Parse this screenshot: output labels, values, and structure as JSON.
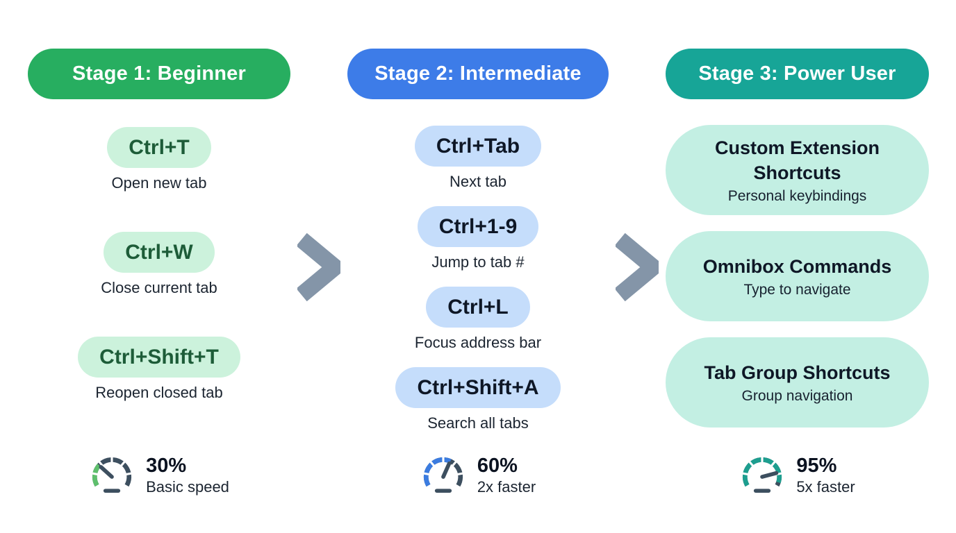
{
  "theme": {
    "arrow": "#8495A8",
    "ring": "#3D4F5F",
    "background": "#FFFFFF"
  },
  "stages": [
    {
      "header": "Stage 1: Beginner",
      "colors": {
        "header-bg": "#27AE60",
        "pill-bg": "#CCF2DC",
        "key-color": "#1D5C38",
        "gauge-color": "#5EBF6C"
      },
      "shortcuts": [
        {
          "keys": "Ctrl+T",
          "description": "Open new tab"
        },
        {
          "keys": "Ctrl+W",
          "description": "Close current tab"
        },
        {
          "keys": "Ctrl+Shift+T",
          "description": "Reopen closed tab"
        }
      ],
      "gauge": {
        "percent": 30,
        "percent_label": "30%",
        "caption": "Basic speed"
      }
    },
    {
      "header": "Stage 2: Intermediate",
      "colors": {
        "header-bg": "#3D7CE8",
        "pill-bg": "#C5DDFB",
        "key-color": "#0E1726",
        "gauge-color": "#3B7CE0"
      },
      "shortcuts": [
        {
          "keys": "Ctrl+Tab",
          "description": "Next tab"
        },
        {
          "keys": "Ctrl+1-9",
          "description": "Jump to tab #"
        },
        {
          "keys": "Ctrl+L",
          "description": "Focus address bar"
        },
        {
          "keys": "Ctrl+Shift+A",
          "description": "Search all tabs"
        }
      ],
      "gauge": {
        "percent": 60,
        "percent_label": "60%",
        "caption": "2x faster"
      }
    },
    {
      "header": "Stage 3: Power User",
      "colors": {
        "header-bg": "#17A597",
        "pill-bg": "#C3EFE3",
        "key-color": "#0E1726",
        "gauge-color": "#1D9E8F"
      },
      "features": [
        {
          "title": "Custom Extension Shortcuts",
          "subtitle": "Personal keybindings"
        },
        {
          "title": "Omnibox Commands",
          "subtitle": "Type to navigate"
        },
        {
          "title": "Tab Group Shortcuts",
          "subtitle": "Group navigation"
        }
      ],
      "gauge": {
        "percent": 95,
        "percent_label": "95%",
        "caption": "5x faster"
      }
    }
  ]
}
